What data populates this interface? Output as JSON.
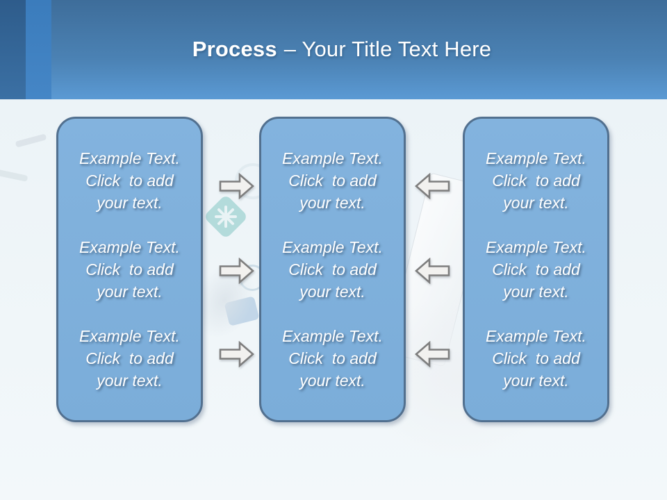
{
  "header": {
    "title_bold": "Process",
    "title_rest": "– Your Title Text Here"
  },
  "boxes": [
    {
      "position": "left",
      "blocks": [
        {
          "lines": [
            "Example Text.",
            "Click  to add",
            "your text."
          ]
        },
        {
          "lines": [
            "Example Text.",
            "Click  to add",
            "your text."
          ]
        },
        {
          "lines": [
            "Example Text.",
            "Click  to add",
            "your text."
          ]
        }
      ]
    },
    {
      "position": "center",
      "blocks": [
        {
          "lines": [
            "Example Text.",
            "Click  to add",
            "your text."
          ]
        },
        {
          "lines": [
            "Example Text.",
            "Click  to add",
            "your text."
          ]
        },
        {
          "lines": [
            "Example Text.",
            "Click  to add",
            "your text."
          ]
        }
      ]
    },
    {
      "position": "right",
      "blocks": [
        {
          "lines": [
            "Example Text.",
            "Click  to add",
            "your text."
          ]
        },
        {
          "lines": [
            "Example Text.",
            "Click  to add",
            "your text."
          ]
        },
        {
          "lines": [
            "Example Text.",
            "Click  to add",
            "your text."
          ]
        }
      ]
    }
  ],
  "arrows": {
    "left_gap": {
      "direction": "right",
      "count": 3
    },
    "right_gap": {
      "direction": "left",
      "count": 3
    },
    "fill": "#f2f1ef",
    "stroke": "#7e7e7e"
  },
  "decor_icons": [
    "snowflake-tile-icon",
    "globe-icon",
    "keyboard-tile-icon",
    "laptop-photo",
    "hand-photo"
  ],
  "colors": {
    "header_gradient_top": "#3e6d9a",
    "header_gradient_bottom": "#5b9ad4",
    "stripe_dark": "#2e5c8b",
    "stripe_light": "#3e7fc1",
    "box_fill": "#7fb0dc",
    "box_border": "#52708f",
    "box_text": "#ffffff",
    "title_text": "#ffffff",
    "body_background": "#eff5f8"
  }
}
